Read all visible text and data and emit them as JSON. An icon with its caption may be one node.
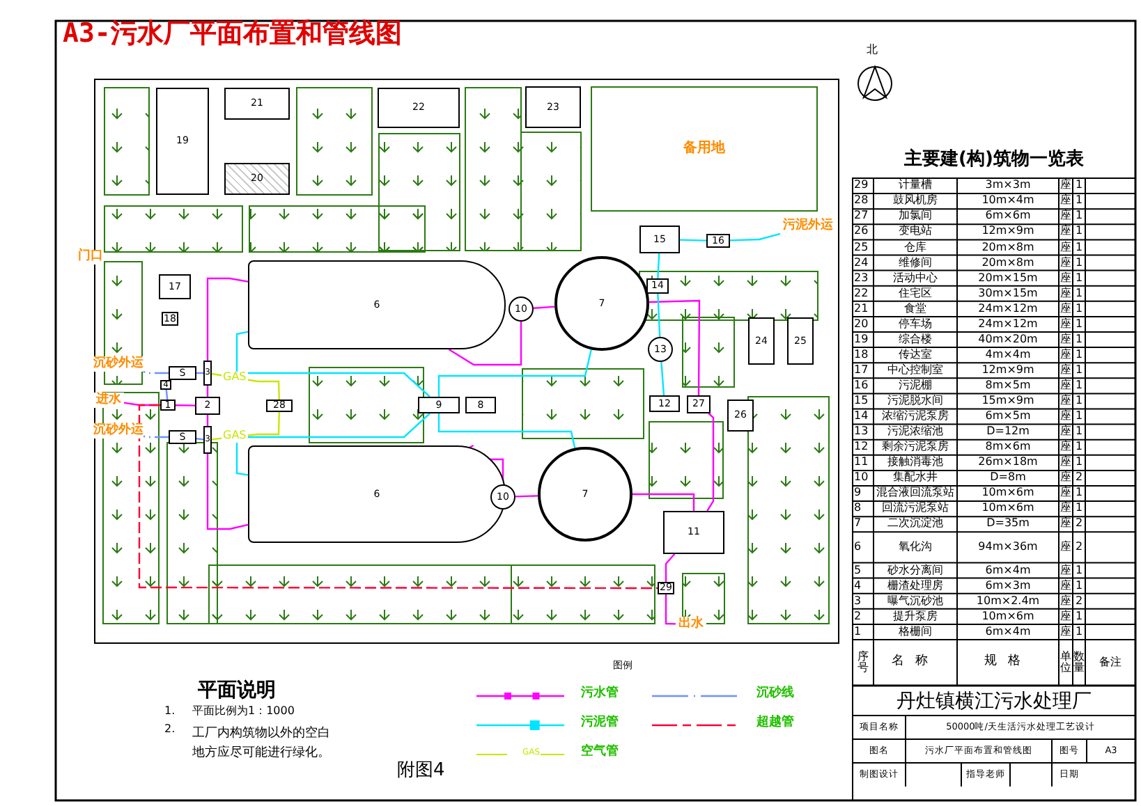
{
  "diagram": {
    "title": "A3-污水厂平面布置和管线图",
    "nodes": [
      {
        "text": [
          "19"
        ]
      },
      {
        "text": [
          "21"
        ]
      },
      {
        "text": [
          "22"
        ]
      },
      {
        "text": [
          "23"
        ]
      },
      {
        "text": [
          "20"
        ]
      },
      {
        "text": [
          "备用地"
        ]
      },
      {
        "text": [
          "15"
        ]
      },
      {
        "text": [
          "16"
        ]
      },
      {
        "text": [
          "17"
        ]
      },
      {
        "text": [
          "18"
        ]
      },
      {
        "text": [
          "6"
        ]
      },
      {
        "text": [
          "6"
        ]
      },
      {
        "text": [
          "7"
        ]
      },
      {
        "text": [
          "7"
        ]
      },
      {
        "text": [
          "10"
        ]
      },
      {
        "text": [
          "10"
        ]
      },
      {
        "text": [
          "14"
        ]
      },
      {
        "text": [
          "13"
        ]
      },
      {
        "text": [
          "24"
        ]
      },
      {
        "text": [
          "25"
        ]
      },
      {
        "text": [
          "26"
        ]
      },
      {
        "text": [
          "27"
        ]
      },
      {
        "text": [
          "12"
        ]
      },
      {
        "text": [
          "11"
        ]
      },
      {
        "text": [
          "29"
        ]
      },
      {
        "text": [
          "9"
        ]
      },
      {
        "text": [
          "8"
        ]
      },
      {
        "text": [
          "1"
        ]
      },
      {
        "text": [
          "2"
        ]
      },
      {
        "text": [
          "3"
        ]
      },
      {
        "text": [
          "3"
        ]
      },
      {
        "text": [
          "4"
        ]
      },
      {
        "text": [
          "S"
        ]
      },
      {
        "text": [
          "S"
        ]
      },
      {
        "text": [
          "28"
        ]
      },
      {
        "text": [
          "进水"
        ]
      },
      {
        "text": [
          "沉砂外运"
        ]
      },
      {
        "text": [
          "沉砂外运"
        ]
      },
      {
        "text": [
          "污泥外运"
        ]
      },
      {
        "text": [
          "出水"
        ]
      }
    ],
    "edges": [
      {
        "from": 35,
        "to": 27,
        "arrow": "none"
      },
      {
        "from": 27,
        "to": 28,
        "arrow": "none"
      },
      {
        "from": 28,
        "to": 29,
        "arrow": "none"
      },
      {
        "from": 28,
        "to": 30,
        "arrow": "none"
      },
      {
        "from": 31,
        "to": 27,
        "arrow": "none",
        "color": "#6f8fff"
      },
      {
        "from": 29,
        "to": 32,
        "arrow": "none",
        "color": "#6f8fff"
      },
      {
        "from": 30,
        "to": 33,
        "arrow": "none",
        "color": "#6f8fff"
      },
      {
        "from": 32,
        "to": 36,
        "arrow": "none",
        "style": "dashed",
        "color": "#6f8fff"
      },
      {
        "from": 33,
        "to": 37,
        "arrow": "none",
        "style": "dashed",
        "color": "#6f8fff"
      },
      {
        "from": 29,
        "to": 34,
        "arrow": "none",
        "label": "GAS",
        "color": "#c8e600"
      },
      {
        "from": 30,
        "to": 34,
        "arrow": "none",
        "label": "GAS",
        "color": "#c8e600"
      },
      {
        "from": 29,
        "to": 10,
        "arrow": "none"
      },
      {
        "from": 30,
        "to": 11,
        "arrow": "none"
      },
      {
        "from": 10,
        "to": 14,
        "arrow": "none"
      },
      {
        "from": 11,
        "to": 15,
        "arrow": "none"
      },
      {
        "from": 14,
        "to": 12,
        "arrow": "none"
      },
      {
        "from": 15,
        "to": 13,
        "arrow": "none"
      },
      {
        "from": 12,
        "to": 21,
        "arrow": "none"
      },
      {
        "from": 13,
        "to": 23,
        "arrow": "none"
      },
      {
        "from": 21,
        "to": 23,
        "arrow": "none"
      },
      {
        "from": 23,
        "to": 24,
        "arrow": "none"
      },
      {
        "from": 24,
        "to": 39,
        "arrow": "none"
      },
      {
        "from": 27,
        "to": 24,
        "arrow": "none",
        "style": "dashed",
        "color": "#ff0033"
      },
      {
        "from": 12,
        "to": 25,
        "arrow": "none",
        "color": "#00e5ff"
      },
      {
        "from": 13,
        "to": 25,
        "arrow": "none",
        "color": "#00e5ff"
      },
      {
        "from": 25,
        "to": 10,
        "arrow": "none",
        "color": "#00e5ff"
      },
      {
        "from": 25,
        "to": 11,
        "arrow": "none",
        "color": "#00e5ff"
      },
      {
        "from": 16,
        "to": 6,
        "arrow": "none",
        "color": "#00e5ff"
      },
      {
        "from": 17,
        "to": 16,
        "arrow": "none",
        "color": "#00e5ff"
      },
      {
        "from": 22,
        "to": 17,
        "arrow": "none",
        "color": "#00e5ff"
      },
      {
        "from": 6,
        "to": 7,
        "arrow": "none",
        "color": "#00e5ff"
      },
      {
        "from": 7,
        "to": 38,
        "arrow": "none",
        "color": "#00e5ff"
      }
    ],
    "labels": [
      "门口",
      "北",
      "主要建(构)筑物一览表",
      "29",
      "计量槽",
      "3m×3m",
      "座",
      "1",
      "28",
      "鼓风机房",
      "10m×4m",
      "座",
      "1",
      "27",
      "加氯间",
      "6m×6m",
      "座",
      "1",
      "26",
      "变电站",
      "12m×9m",
      "座",
      "1",
      "25",
      "仓库",
      "20m×8m",
      "座",
      "1",
      "24",
      "维修间",
      "20m×8m",
      "座",
      "1",
      "23",
      "活动中心",
      "20m×15m",
      "座",
      "1",
      "22",
      "住宅区",
      "30m×15m",
      "座",
      "1",
      "21",
      "食堂",
      "24m×12m",
      "座",
      "1",
      "20",
      "停车场",
      "24m×12m",
      "座",
      "1",
      "19",
      "综合楼",
      "40m×20m",
      "座",
      "1",
      "18",
      "传达室",
      "4m×4m",
      "座",
      "1",
      "17",
      "中心控制室",
      "12m×9m",
      "座",
      "1",
      "16",
      "污泥棚",
      "8m×5m",
      "座",
      "1",
      "15",
      "污泥脱水间",
      "15m×9m",
      "座",
      "1",
      "14",
      "浓缩污泥泵房",
      "6m×5m",
      "座",
      "1",
      "13",
      "污泥浓缩池",
      "D=12m",
      "座",
      "1",
      "12",
      "剩余污泥泵房",
      "8m×6m",
      "座",
      "1",
      "11",
      "接触消毒池",
      "26m×18m",
      "座",
      "1",
      "10",
      "集配水井",
      "D=8m",
      "座",
      "2",
      "9",
      "混合液回流泵站",
      "10m×6m",
      "座",
      "1",
      "8",
      "回流污泥泵站",
      "10m×6m",
      "座",
      "1",
      "7",
      "二次沉淀池",
      "D=35m",
      "座",
      "2",
      "6",
      "氧化沟",
      "94m×36m",
      "座",
      "2",
      "5",
      "砂水分离间",
      "6m×4m",
      "座",
      "1",
      "4",
      "栅渣处理房",
      "6m×3m",
      "座",
      "1",
      "3",
      "曝气沉砂池",
      "10m×2.4m",
      "座",
      "2",
      "2",
      "提升泵房",
      "10m×6m",
      "座",
      "1",
      "1",
      "格栅间",
      "6m×4m",
      "座",
      "1",
      "序号",
      "名称",
      "规格",
      "单位",
      "数量",
      "备注",
      "丹灶镇横江污水处理厂",
      "项目名称",
      "50000吨/天生活污水处理工艺设计",
      "图名",
      "污水厂平面布置和管线图",
      "图号",
      "A3",
      "制图设计",
      "指导老师",
      "日期",
      "图例",
      "GAS",
      "平面说明",
      "1.",
      "平面比例为1：1000",
      "2.",
      "工厂内构筑物以外的空白地方应尽可能进行绿化。",
      "附图4"
    ],
    "legend": [
      {
        "text": "污水管"
      },
      {
        "text": "污泥管"
      },
      {
        "text": "空气管"
      },
      {
        "text": "沉砂线"
      },
      {
        "text": "超越管"
      }
    ]
  }
}
